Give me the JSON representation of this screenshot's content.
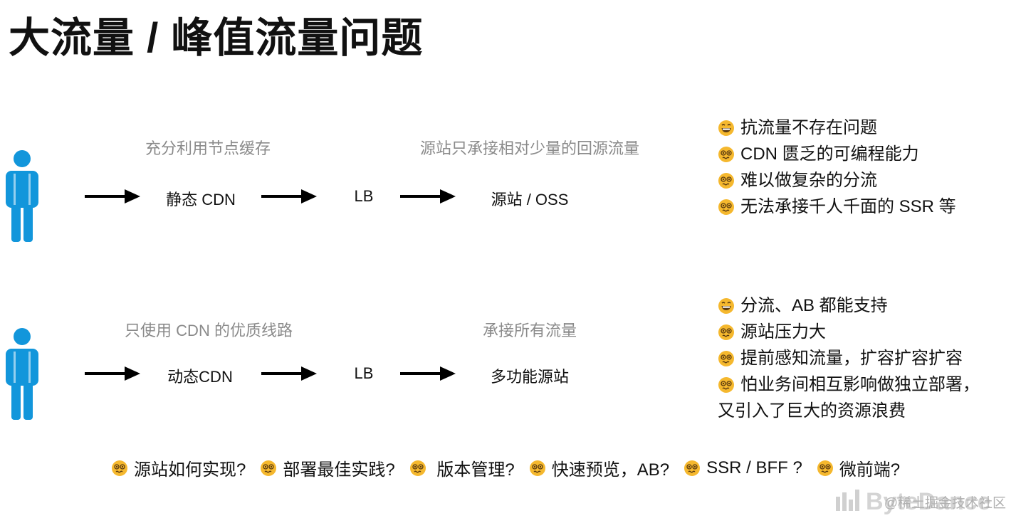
{
  "title": "大流量 / 峰值流量问题",
  "row1": {
    "caption_left": "充分利用节点缓存",
    "caption_right": "源站只承接相对少量的回源流量",
    "node1": "静态 CDN",
    "node2": "LB",
    "node3": "源站 / OSS",
    "notes": [
      {
        "emoji": "grin",
        "text": "抗流量不存在问题"
      },
      {
        "emoji": "dizzy",
        "text": "CDN 匮乏的可编程能力"
      },
      {
        "emoji": "dizzy",
        "text": "难以做复杂的分流"
      },
      {
        "emoji": "dizzy",
        "text": "无法承接千人千面的 SSR 等"
      }
    ]
  },
  "row2": {
    "caption_left": "只使用 CDN 的优质线路",
    "caption_right": "承接所有流量",
    "node1": "动态CDN",
    "node2": "LB",
    "node3": "多功能源站",
    "notes": [
      {
        "emoji": "grin",
        "text": "分流、AB 都能支持"
      },
      {
        "emoji": "dizzy",
        "text": "源站压力大"
      },
      {
        "emoji": "dizzy",
        "text": "提前感知流量，扩容扩容扩容"
      },
      {
        "emoji": "dizzy",
        "text": "怕业务间相互影响做独立部署，"
      }
    ],
    "note_continuation": "又引入了巨大的资源浪费"
  },
  "bottom_questions": [
    {
      "emoji": "dizzy",
      "text": "源站如何实现?"
    },
    {
      "emoji": "dizzy",
      "text": "部署最佳实践?"
    },
    {
      "emoji": "dizzy",
      "text": " 版本管理?"
    },
    {
      "emoji": "dizzy",
      "text": "快速预览，AB?"
    },
    {
      "emoji": "dizzy",
      "text": "SSR / BFF ?"
    },
    {
      "emoji": "dizzy",
      "text": "微前端?"
    }
  ],
  "watermark": {
    "logo": "ByteDance",
    "text": "@稀土掘金技术社区"
  },
  "colors": {
    "person": "#1296db",
    "arrow": "#000000",
    "caption": "#8a8a8a",
    "emoji_face": "#f5b82e"
  },
  "icons": {
    "person": "person-icon",
    "arrow": "arrow-right-icon",
    "grin": "grinning-face-icon",
    "dizzy": "dizzy-face-icon"
  }
}
